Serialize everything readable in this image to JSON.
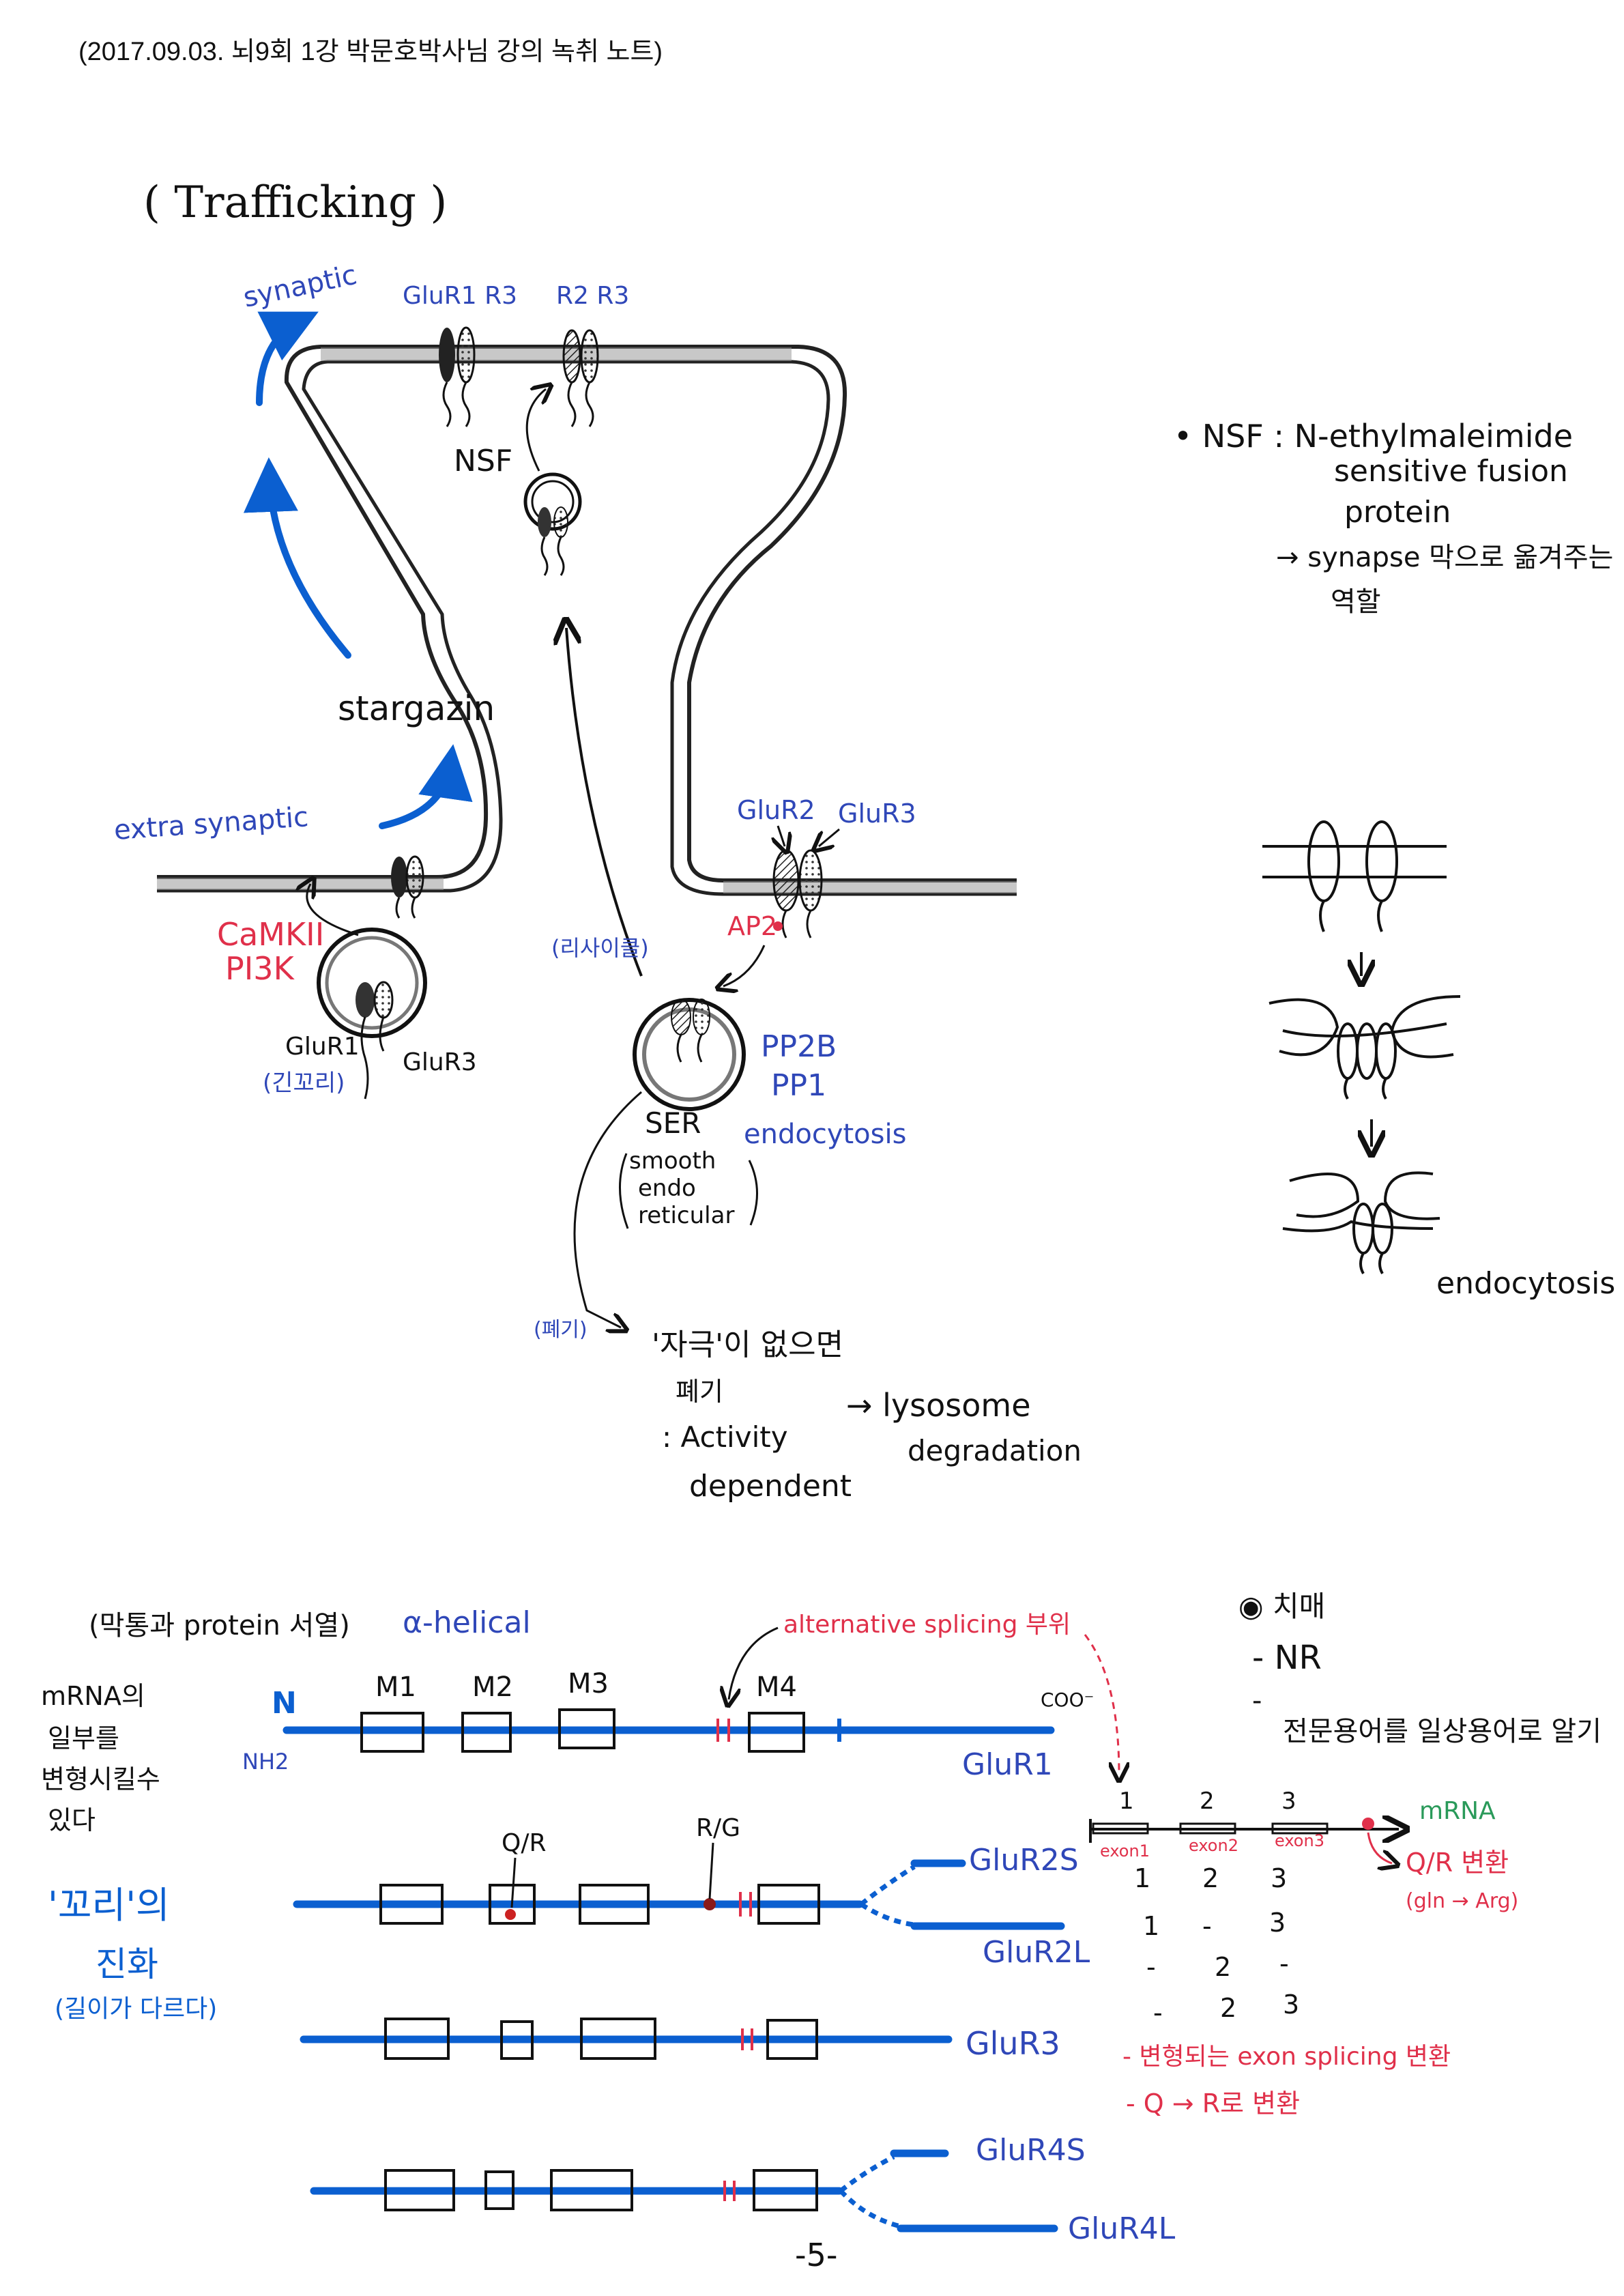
{
  "header": "(2017.09.03. 뇌9회 1강 박문호박사님 강의 녹취 노트)",
  "trafficking": {
    "title": "( Trafficking )",
    "synaptic": "synaptic",
    "glur1_r3": "GluR1 R3",
    "r2_r3": "R2 R3",
    "nsf": "NSF",
    "stargazin": "stargazin",
    "extra_synaptic": "extra synaptic",
    "camkii": "CaMKII",
    "pi3k": "PI3K",
    "glur1": "GluR1",
    "glur1_note": "(긴꼬리)",
    "glur3": "GluR3",
    "recycle_note": "(리사이클)",
    "glur2_label": "GluR2",
    "glur3_label": "GluR3",
    "ap2": "AP2",
    "pp2b": "PP2B",
    "pp1": "PP1",
    "ser": "SER",
    "ser_full": [
      "smooth",
      "endo",
      "reticular"
    ],
    "endocytosis": "endocytosis",
    "degrade_note": "(폐기)",
    "no_stim": "'자극'이 없으면",
    "discard": "폐기",
    "activity": ": Activity",
    "dependent": "dependent",
    "lysosome": "→ lysosome",
    "degradation": "degradation"
  },
  "nsf_note": {
    "line1": "• NSF : N-ethylmaleimide",
    "line2": "sensitive fusion",
    "line3": "protein",
    "line4": "→ synapse 막으로 옮겨주는",
    "line5": "역할"
  },
  "endo_diagram": {
    "label": "endocytosis"
  },
  "bottom": {
    "title": "(막통과 protein 서열)",
    "alpha": "α-helical",
    "alt_splicing": "alternative splicing 부위",
    "mrna_note": [
      "mRNA의",
      "일부를",
      "변형시킬수",
      "있다"
    ],
    "tail_note": [
      "'꼬리'의",
      "진화",
      "(길이가 다르다)"
    ],
    "side_note": [
      "◉ 치매",
      "- NR",
      "-",
      "전문용어를 일상용어로 알기"
    ],
    "n_label": "N",
    "nh2": "NH2",
    "coo": "COO⁻",
    "m_labels": [
      "M1",
      "M2",
      "M3",
      "M4"
    ],
    "qr": "Q/R",
    "rg": "R/G",
    "genes": [
      "GluR1",
      "GluR2S",
      "GluR2L",
      "GluR3",
      "GluR4S",
      "GluR4L"
    ],
    "mrna": "mRNA",
    "exon_nums": [
      "1",
      "2",
      "3"
    ],
    "exons": [
      "exon1",
      "exon2",
      "exon3"
    ],
    "qr_change": "Q/R 변환",
    "gln_arg": "(gln → Arg)",
    "splice_rows": [
      [
        "1",
        "2",
        "3"
      ],
      [
        "1",
        "-",
        "3"
      ],
      [
        "-",
        "2",
        "-"
      ],
      [
        "-",
        "2",
        "3"
      ]
    ],
    "variant_note": "- 변형되는 exon splicing 변환",
    "q_to_r": "- Q → R로 변환",
    "page_no": "-5-"
  },
  "colors": {
    "ink": "#111111",
    "blue": "#2f47b8",
    "red": "#e0304a",
    "royal": "#0b5fd0",
    "green": "#2a9a5a"
  }
}
